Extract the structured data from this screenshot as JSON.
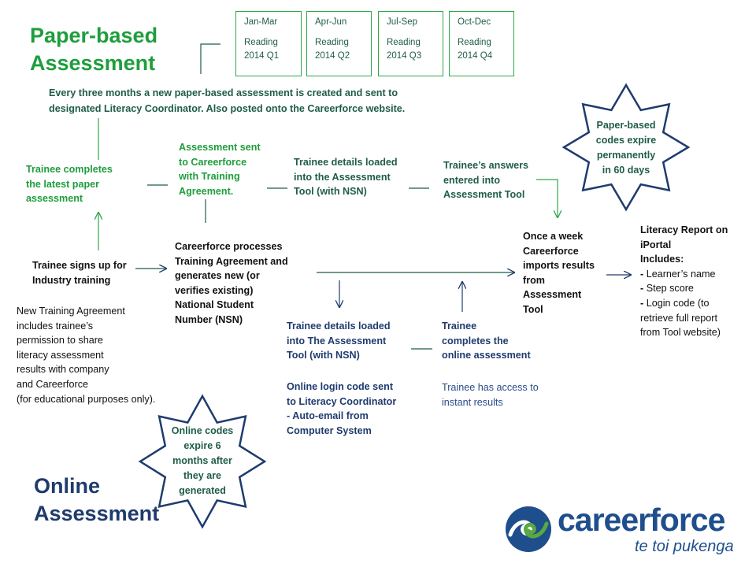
{
  "paper_title": [
    "Paper-based",
    "Assessment"
  ],
  "online_title": [
    "Online",
    "Assessment"
  ],
  "quarters": [
    {
      "period": "Jan-Mar",
      "line1": "Reading",
      "line2": "2014 Q1"
    },
    {
      "period": "Apr-Jun",
      "line1": "Reading",
      "line2": "2014 Q2"
    },
    {
      "period": "Jul-Sep",
      "line1": "Reading",
      "line2": "2014 Q3"
    },
    {
      "period": "Oct-Dec",
      "line1": "Reading",
      "line2": "2014 Q4"
    }
  ],
  "paper_intro": [
    "Every three months a new paper-based assessment is created and sent to",
    "designated Literacy Coordinator.  Also posted onto the Careerforce website."
  ],
  "trainee_completes_paper": [
    "Trainee completes",
    "the latest paper",
    "assessment"
  ],
  "assessment_sent": [
    "Assessment sent",
    "to Careerforce",
    "with Training",
    "Agreement."
  ],
  "details_loaded_paper": [
    "Trainee details loaded",
    "into the Assessment",
    "Tool (with NSN)"
  ],
  "answers_entered": [
    "Trainee’s answers",
    "entered into",
    "Assessment Tool"
  ],
  "paper_codes_star": [
    "Paper-based",
    "codes expire",
    "permanently",
    "in 60 days"
  ],
  "signs_up": [
    "Trainee signs up for",
    "Industry training"
  ],
  "careerforce_processes": [
    "Careerforce processes",
    "Training Agreement and",
    "generates new (or",
    "verifies existing)",
    "National Student",
    "Number (NSN)"
  ],
  "weekly_import": [
    "Once a week",
    "Careerforce",
    "imports results",
    "from",
    "Assessment",
    "Tool"
  ],
  "literacy_report": {
    "heading": [
      "Literacy Report on",
      "iPortal",
      "Includes:"
    ],
    "items": [
      "Learner’s name",
      "Step score",
      "Login code (to",
      "retrieve full report",
      "from Tool website)"
    ]
  },
  "new_agreement": [
    "New Training Agreement",
    "includes trainee’s",
    "permission to share",
    "literacy assessment",
    "results with company",
    "and Careerforce",
    "(for educational purposes only)."
  ],
  "details_loaded_online": [
    "Trainee details loaded",
    "into The Assessment",
    "Tool (with NSN)"
  ],
  "login_code_sent": [
    "Online login code sent",
    "to Literacy Coordinator",
    "- Auto-email from",
    "Computer System"
  ],
  "trainee_completes_online": [
    "Trainee",
    "completes the",
    "online assessment"
  ],
  "instant_results": [
    "Trainee has access to",
    "instant results"
  ],
  "online_codes_star": [
    "Online codes",
    "expire 6",
    "months after",
    "they are",
    "generated"
  ],
  "logo": {
    "name": "careerforce",
    "tagline": "te toi pukenga"
  },
  "colors": {
    "green": "#1e9e3c",
    "teal": "#1f5c4a",
    "navy": "#1f3b6e",
    "line": "#2ea84a",
    "star_border": "#1f3b6e",
    "logo_blue": "#1f4e8c",
    "logo_green": "#5aa843"
  }
}
